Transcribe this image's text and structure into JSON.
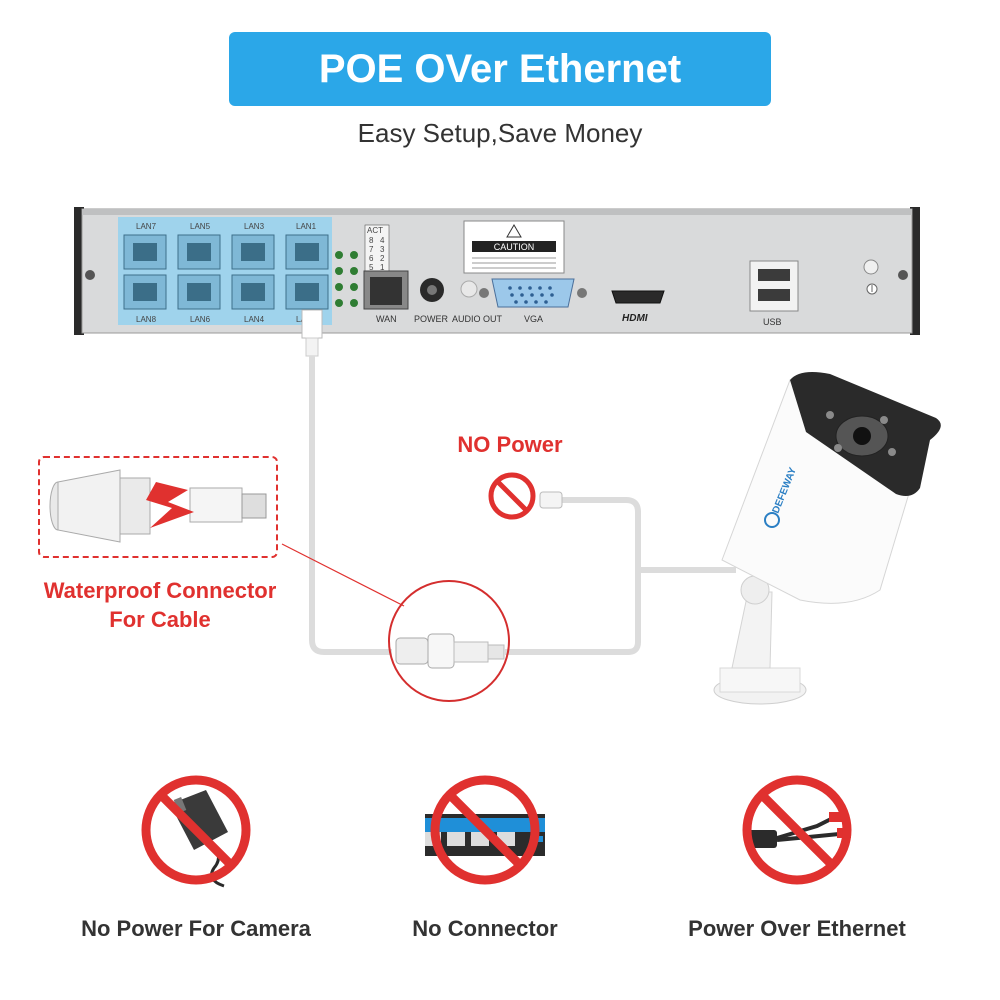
{
  "title": "POE OVer Ethernet",
  "subtitle": "Easy Setup,Save Money",
  "nvr": {
    "lan_top": [
      "LAN7",
      "LAN5",
      "LAN3",
      "LAN1"
    ],
    "lan_bottom": [
      "LAN8",
      "LAN6",
      "LAN4",
      "LAN2"
    ],
    "act_header": "ACT",
    "act_rows": [
      [
        "8",
        "4"
      ],
      [
        "7",
        "3"
      ],
      [
        "6",
        "2"
      ],
      [
        "5",
        "1"
      ]
    ],
    "caution": "CAUTION",
    "wan": "WAN",
    "power": "POWER",
    "audio_out": "AUDIO OUT",
    "vga": "VGA",
    "hdmi": "HDMI",
    "usb": "USB"
  },
  "camera_brand": "DEFEWAY",
  "no_power": "NO Power",
  "connector_caption_line1": "Waterproof Connector",
  "connector_caption_line2": "For Cable",
  "bottom": [
    {
      "label": "No Power For Camera"
    },
    {
      "label": "No Connector"
    },
    {
      "label": "Power Over Ethernet"
    }
  ],
  "colors": {
    "accent": "#2ba7e8",
    "warning": "#e0312f",
    "port_panel": "#9fd3ec"
  }
}
